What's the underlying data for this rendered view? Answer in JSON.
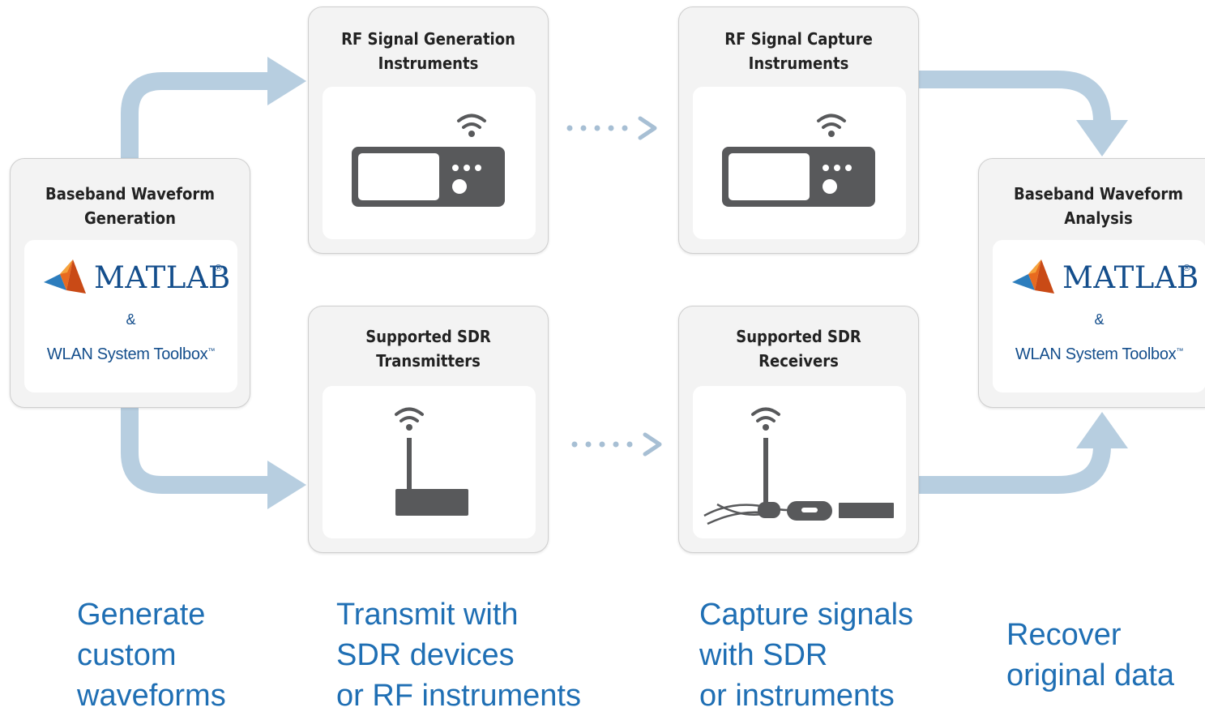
{
  "blocks": {
    "baseband_generation": {
      "title_line1": "Baseband Waveform",
      "title_line2": "Generation",
      "logo_text": "MATLAB",
      "logo_reg": "®",
      "amp": "&",
      "toolbox": "WLAN System Toolbox",
      "toolbox_tm": "™"
    },
    "rf_generation": {
      "title_line1": "RF Signal Generation",
      "title_line2": "Instruments"
    },
    "rf_capture": {
      "title_line1": "RF Signal Capture",
      "title_line2": "Instruments"
    },
    "sdr_transmitters": {
      "title_line1": "Supported SDR",
      "title_line2": "Transmitters"
    },
    "sdr_receivers": {
      "title_line1": "Supported SDR",
      "title_line2": "Receivers"
    },
    "baseband_analysis": {
      "title_line1": "Baseband Waveform",
      "title_line2": "Analysis",
      "logo_text": "MATLAB",
      "logo_reg": "®",
      "amp": "&",
      "toolbox": "WLAN System Toolbox",
      "toolbox_tm": "™"
    }
  },
  "captions": {
    "generate": [
      "Generate",
      "custom",
      "waveforms"
    ],
    "transmit": [
      "Transmit with",
      "SDR devices",
      "or RF instruments"
    ],
    "capture": [
      "Capture signals",
      "with SDR",
      "or instruments"
    ],
    "recover": [
      "Recover",
      "original data"
    ]
  },
  "colors": {
    "arrow": "#b7cee0",
    "dotted_arrow": "#a7bfd4",
    "device": "#58595b",
    "caption": "#1f6fb4",
    "logo_text": "#144e8c"
  },
  "icons": {
    "instrument": "rf-instrument-icon",
    "wifi": "wifi-icon",
    "router": "sdr-transmitter-icon",
    "receiver": "sdr-receiver-icon",
    "matlab": "matlab-logo-icon"
  }
}
